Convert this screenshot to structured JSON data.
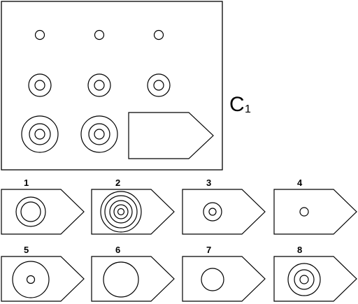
{
  "puzzle": {
    "label": "C",
    "label_subscript": "1",
    "grid": [
      [
        {
          "rings": 1
        },
        {
          "rings": 1
        },
        {
          "rings": 1
        }
      ],
      [
        {
          "rings": 2
        },
        {
          "rings": 2
        },
        {
          "rings": 2
        }
      ],
      [
        {
          "rings": 3
        },
        {
          "rings": 3
        },
        {
          "missing": true
        }
      ]
    ]
  },
  "options": [
    {
      "number": "1",
      "rings": 2
    },
    {
      "number": "2",
      "rings": 5
    },
    {
      "number": "3",
      "rings": 2
    },
    {
      "number": "4",
      "rings": 1
    },
    {
      "number": "5",
      "rings": 2
    },
    {
      "number": "6",
      "rings": 1
    },
    {
      "number": "7",
      "rings": 1
    },
    {
      "number": "8",
      "rings": 3
    }
  ]
}
